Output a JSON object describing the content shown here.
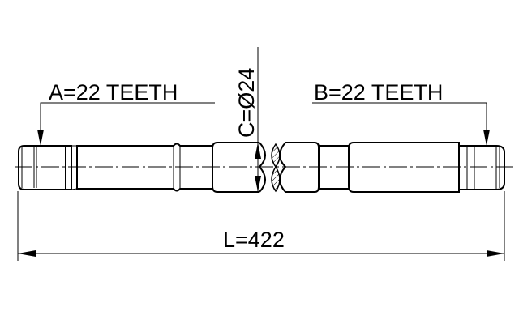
{
  "labels": {
    "a": "A=22 TEETH",
    "b": "B=22 TEETH",
    "c": "C=Ø24",
    "l": "L=422"
  },
  "colors": {
    "line": "#000000",
    "background": "#ffffff"
  }
}
